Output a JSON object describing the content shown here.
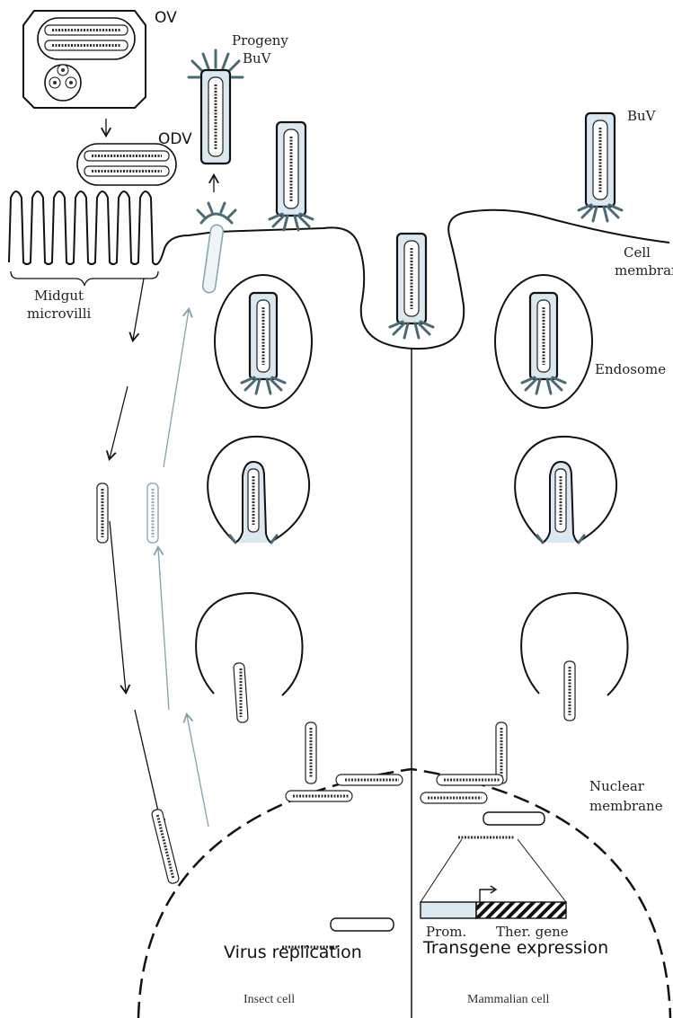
{
  "labels": {
    "ov": "OV",
    "odv": "ODV",
    "progeny_line1": "Progeny",
    "progeny_line2": "BuV",
    "buv": "BuV",
    "cell_line1": "Cell",
    "cell_line2": "membrane",
    "midgut_line1": "Midgut",
    "midgut_line2": "microvilli",
    "endosome": "Endosome",
    "nuclear_line1": "Nuclear",
    "nuclear_line2": "membrane",
    "prom": "Prom.",
    "ther_gene": "Ther. gene",
    "virus_replication": "Virus replication",
    "transgene_expression": "Transgene expression",
    "insect_cell": "Insect cell",
    "mammalian_cell": "Mammalian cell"
  },
  "colors": {
    "line": "#111111",
    "capsid_fill": "#dbe8f0",
    "spike": "#4a6a76",
    "pathway_blue": "#7fa3ad"
  }
}
